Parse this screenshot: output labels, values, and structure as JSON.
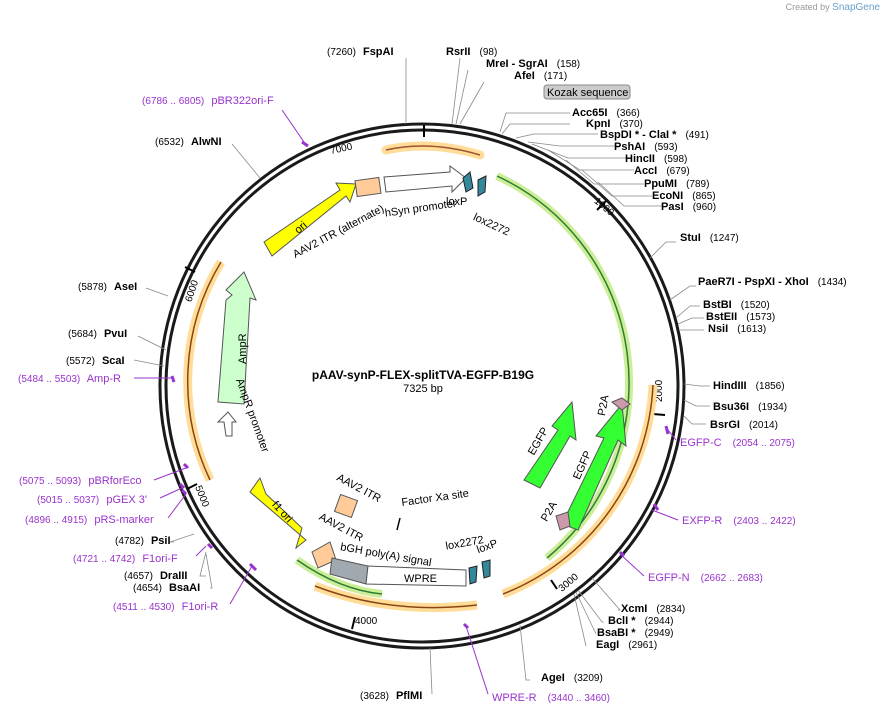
{
  "credit": {
    "prefix": "Created by",
    "brand": "SnapGene"
  },
  "plasmid": {
    "name": "pAAV-synP-FLEX-splitTVA-EGFP-B19G",
    "length": "7325 bp"
  },
  "callout": "Kozak sequence",
  "ticks": [
    "7000",
    "1000",
    "2000",
    "3000",
    "4000",
    "5000",
    "6000"
  ],
  "enzymes": [
    {
      "name": "FspAI",
      "pos": "(7260)"
    },
    {
      "name": "RsrII",
      "pos": "(98)"
    },
    {
      "name": "MreI  - SgrAI",
      "pos": "(158)"
    },
    {
      "name": "AfeI",
      "pos": "(171)"
    },
    {
      "name": "Acc65I",
      "pos": "(366)"
    },
    {
      "name": "KpnI",
      "pos": "(370)"
    },
    {
      "name": "BspDI * - ClaI *",
      "pos": "(491)"
    },
    {
      "name": "PshAI",
      "pos": "(593)"
    },
    {
      "name": "HincII",
      "pos": "(598)"
    },
    {
      "name": "AccI",
      "pos": "(679)"
    },
    {
      "name": "PpuMI",
      "pos": "(789)"
    },
    {
      "name": "EcoNI",
      "pos": "(865)"
    },
    {
      "name": "PasI",
      "pos": "(960)"
    },
    {
      "name": "StuI",
      "pos": "(1247)"
    },
    {
      "name": "PaeR7I  - PspXI  - XhoI",
      "pos": "(1434)"
    },
    {
      "name": "BstBI",
      "pos": "(1520)"
    },
    {
      "name": "BstEII",
      "pos": "(1573)"
    },
    {
      "name": "NsiI",
      "pos": "(1613)"
    },
    {
      "name": "HindIII",
      "pos": "(1856)"
    },
    {
      "name": "Bsu36I",
      "pos": "(1934)"
    },
    {
      "name": "BsrGI",
      "pos": "(2014)"
    },
    {
      "name": "XcmI",
      "pos": "(2834)"
    },
    {
      "name": "BclI *",
      "pos": "(2944)"
    },
    {
      "name": "BsaBI *",
      "pos": "(2949)"
    },
    {
      "name": "EagI",
      "pos": "(2961)"
    },
    {
      "name": "AgeI",
      "pos": "(3209)"
    },
    {
      "name": "PflMI",
      "pos": "(3628)"
    },
    {
      "name": "BsaAI",
      "pos": "(4654)"
    },
    {
      "name": "DraIII",
      "pos": "(4657)"
    },
    {
      "name": "PsiI",
      "pos": "(4782)"
    },
    {
      "name": "ScaI",
      "pos": "(5572)"
    },
    {
      "name": "PvuI",
      "pos": "(5684)"
    },
    {
      "name": "AseI",
      "pos": "(5878)"
    },
    {
      "name": "AlwNI",
      "pos": "(6532)"
    }
  ],
  "primers": [
    {
      "name": "pBR322ori-F",
      "range": "(6786 .. 6805)"
    },
    {
      "name": "EGFP-C",
      "range": "(2054 .. 2075)"
    },
    {
      "name": "EXFP-R",
      "range": "(2403 .. 2422)"
    },
    {
      "name": "EGFP-N",
      "range": "(2662 .. 2683)"
    },
    {
      "name": "WPRE-R",
      "range": "(3440 .. 3460)"
    },
    {
      "name": "F1ori-R",
      "range": "(4511 .. 4530)"
    },
    {
      "name": "F1ori-F",
      "range": "(4721 .. 4742)"
    },
    {
      "name": "pRS-marker",
      "range": "(4896 .. 4915)"
    },
    {
      "name": "pGEX 3'",
      "range": "(5015 .. 5037)"
    },
    {
      "name": "pBRforEco",
      "range": "(5075 .. 5093)"
    },
    {
      "name": "Amp-R",
      "range": "(5484 .. 5503)"
    }
  ],
  "features": {
    "ori": "ori",
    "itr_alt": "AAV2 ITR (alternate)",
    "hsyn": "hSyn promoter",
    "loxp_top": "loxP",
    "lox2272_top": "lox2272",
    "ampr": "AmpR",
    "ampr_prom": "AmpR promoter",
    "f1ori": "f1 ori",
    "itr1": "AAV2 ITR",
    "itr2": "AAV2 ITR",
    "bgh": "bGH poly(A) signal",
    "wpre": "WPRE",
    "factorxa": "Factor Xa site",
    "lox2272_bot": "lox2272",
    "loxp_bot": "loxP",
    "egfp1": "EGFP",
    "egfp2": "EGFP",
    "p2a_top": "P2A",
    "p2a_bot": "P2A"
  },
  "colors": {
    "backbone": "#1a1a1a",
    "ori": "#ffff00",
    "ampr": "#ccffcc",
    "egfp": "#33ff33",
    "promoter": "#ffffff",
    "itr": "#ffcc99",
    "lox": "#33889a",
    "p2a": "#cc99aa",
    "polyA": "#a0a8b0",
    "orange_band": "#ffdd99",
    "green_band": "#ccee99",
    "primer": "#9933cc"
  }
}
